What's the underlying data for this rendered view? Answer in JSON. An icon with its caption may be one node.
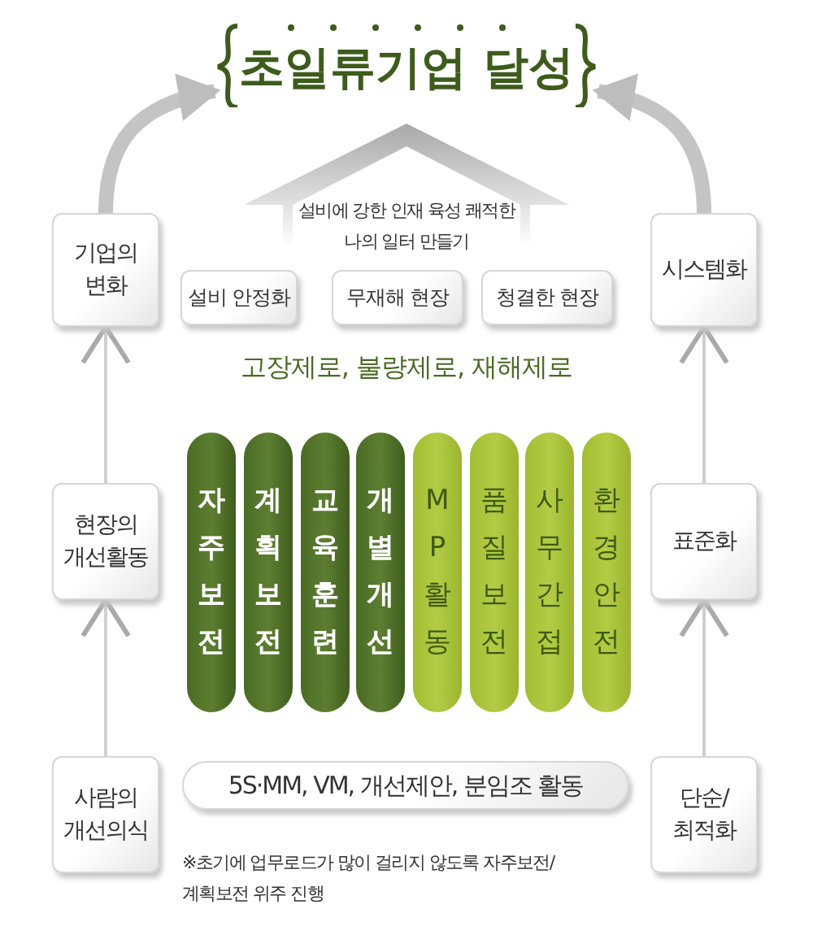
{
  "diagram": {
    "nodes": [
      {
        "text": [
          "초일류기업 달성"
        ]
      },
      {
        "text": [
          "기업의 변화"
        ]
      },
      {
        "text": [
          "시스템화"
        ]
      },
      {
        "text": [
          "설비에 강한 인재 육성 쾌적한 나의 일터 만들기"
        ]
      },
      {
        "text": [
          "설비 안정화"
        ]
      },
      {
        "text": [
          "무재해 현장"
        ]
      },
      {
        "text": [
          "청결한 현장"
        ]
      },
      {
        "text": [
          "현장의 개선활동"
        ]
      },
      {
        "text": [
          "표준화"
        ]
      },
      {
        "text": [
          "자주보전"
        ]
      },
      {
        "text": [
          "계획보전"
        ]
      },
      {
        "text": [
          "교육훈련"
        ]
      },
      {
        "text": [
          "개별개선"
        ]
      },
      {
        "text": [
          "MP활동"
        ]
      },
      {
        "text": [
          "품질보전"
        ]
      },
      {
        "text": [
          "사무간접"
        ]
      },
      {
        "text": [
          "환경안전"
        ]
      },
      {
        "text": [
          "사람의 개선의식"
        ]
      },
      {
        "text": [
          "5S·MM, VM, 개선제안, 분임조 활동"
        ]
      },
      {
        "text": [
          "단순/최적화"
        ]
      }
    ],
    "edges": [
      {
        "from": 1,
        "to": 0,
        "arrow": "to",
        "style": "thick"
      },
      {
        "from": 2,
        "to": 0,
        "arrow": "to",
        "style": "thick"
      },
      {
        "from": 7,
        "to": 1,
        "arrow": "to"
      },
      {
        "from": 8,
        "to": 2,
        "arrow": "to"
      },
      {
        "from": 17,
        "to": 7,
        "arrow": "to"
      },
      {
        "from": 19,
        "to": 8,
        "arrow": "to"
      }
    ],
    "labels": [
      "고장제로, 불량제로, 재해제로",
      "※초기에 업무로드가 많이 걸리지 않도록 자주보전/계획보전 위주 진행"
    ]
  }
}
